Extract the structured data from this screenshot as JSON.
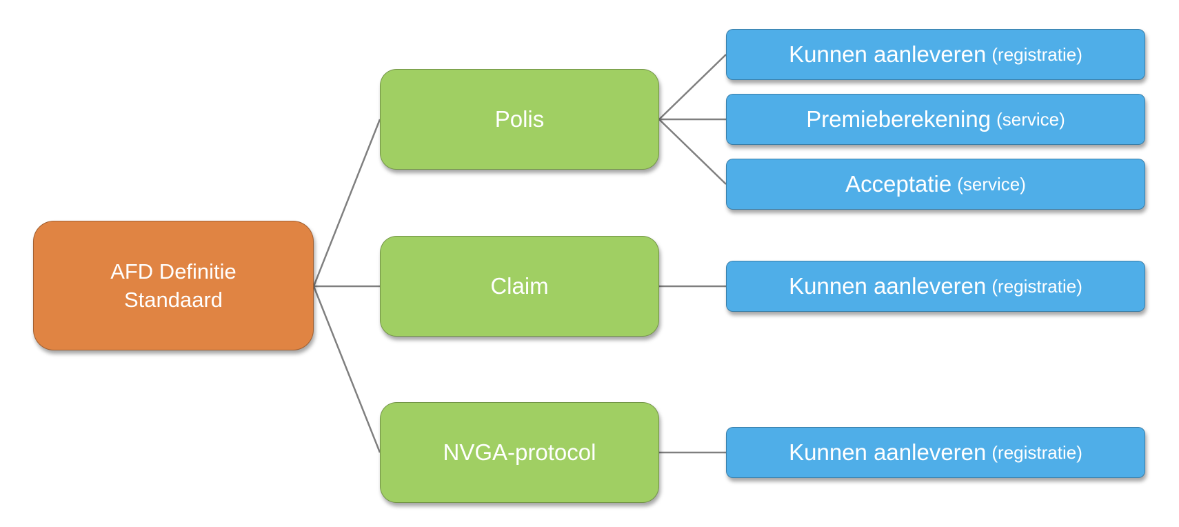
{
  "colors": {
    "root_fill": "#e08443",
    "category_fill": "#a0cf63",
    "leaf_fill": "#4faee8",
    "connector": "#7f7f7f",
    "text": "#ffffff"
  },
  "root": {
    "line1": "AFD Definitie",
    "line2": "Standaard"
  },
  "categories": [
    {
      "label": "Polis",
      "children": [
        {
          "main": "Kunnen aanleveren",
          "qualifier": "(registratie)"
        },
        {
          "main": "Premieberekening",
          "qualifier": "(service)"
        },
        {
          "main": "Acceptatie",
          "qualifier": "(service)"
        }
      ]
    },
    {
      "label": "Claim",
      "children": [
        {
          "main": "Kunnen aanleveren",
          "qualifier": "(registratie)"
        }
      ]
    },
    {
      "label": "NVGA-protocol",
      "children": [
        {
          "main": "Kunnen aanleveren",
          "qualifier": "(registratie)"
        }
      ]
    }
  ]
}
